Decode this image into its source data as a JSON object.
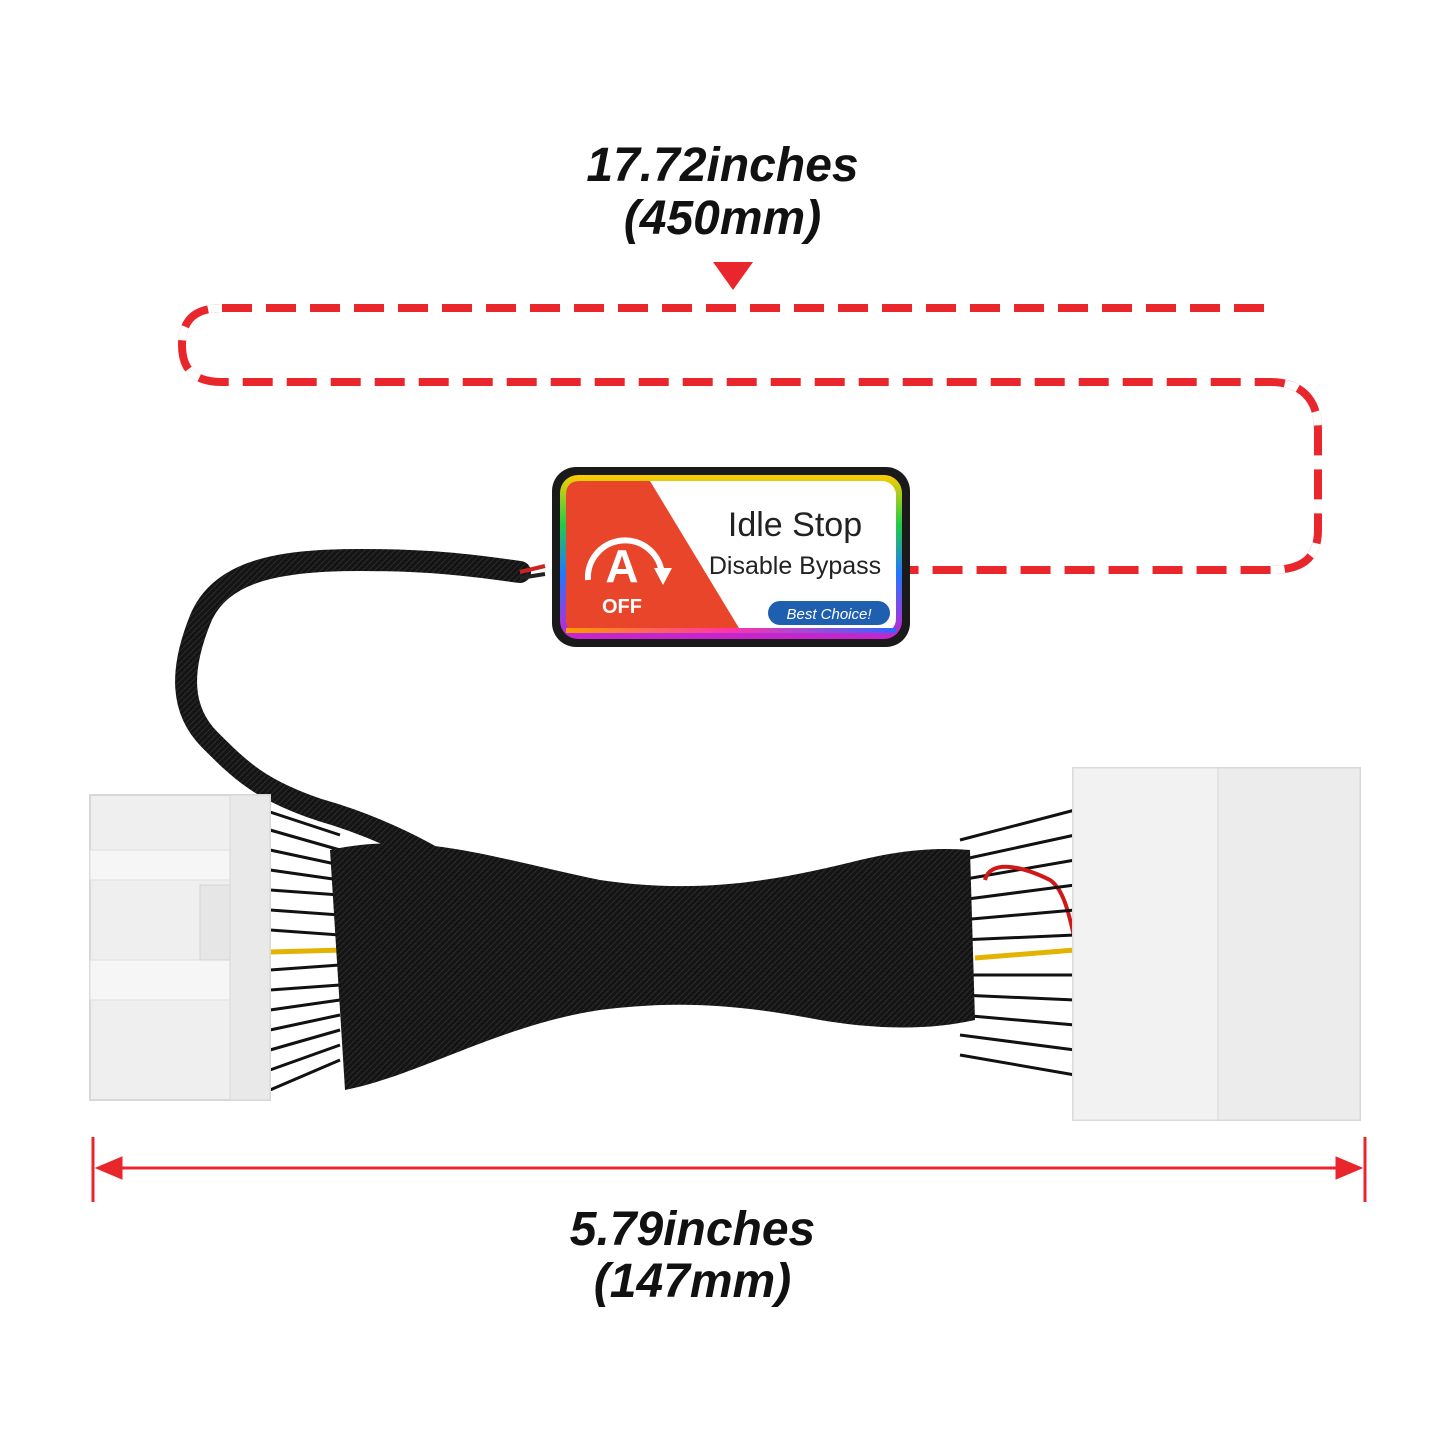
{
  "cable_length": {
    "inches": "17.72inches",
    "mm": "(450mm)"
  },
  "harness_length": {
    "inches": "5.79inches",
    "mm": "(147mm)"
  },
  "module": {
    "title": "Idle Stop",
    "subtitle": "Disable Bypass",
    "badge": "Best Choice!",
    "icon_letter": "A",
    "icon_caption": "OFF"
  },
  "colors": {
    "dimension_red": "#e8262b",
    "module_orange": "#e8452a",
    "badge_blue": "#1f5fb0",
    "connector_white": "#eeeeee",
    "sleeve_black": "#151515"
  }
}
